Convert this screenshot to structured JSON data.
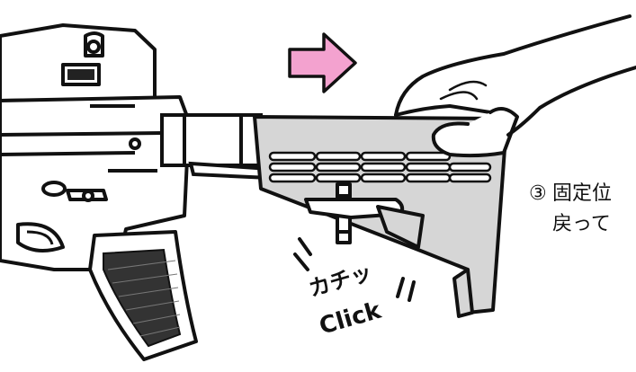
{
  "sound": {
    "jp": "カチッ",
    "en": "Click"
  },
  "step": {
    "number": "③",
    "line1": "固定位",
    "line2": "戻って"
  },
  "colors": {
    "stock": "#d6d6d6",
    "arrow": "#f3a2cf",
    "line": "#111111"
  },
  "icons": {
    "direction_arrow": "right-arrow-icon"
  }
}
